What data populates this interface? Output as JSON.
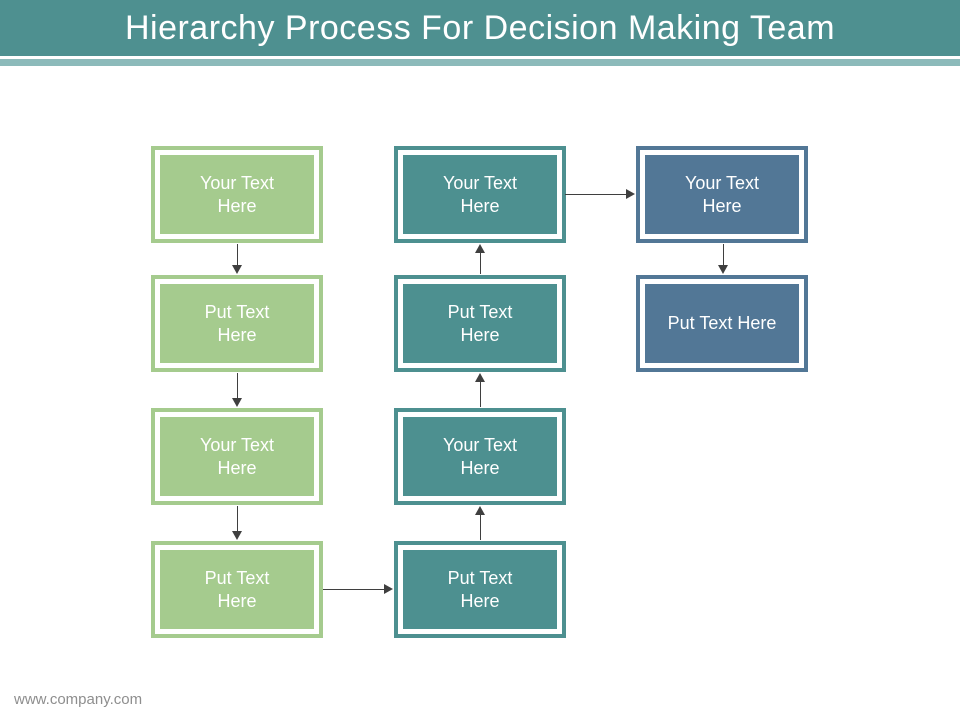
{
  "page": {
    "title": "Hierarchy Process For Decision Making Team",
    "footer": "www.company.com"
  },
  "colors": {
    "header_bg": "#4e9090",
    "header_strip": "#8cbaba",
    "green_box": "#a5cb8e",
    "teal_box": "#4d9090",
    "blue_box": "#527796",
    "arrow": "#3f3f3f",
    "box_text": "#ffffff",
    "footer_text": "#8e8e8e"
  },
  "diagram": {
    "left": [
      "Your Text\nHere",
      "Put Text\nHere",
      "Your Text\nHere",
      "Put Text\nHere"
    ],
    "middle": [
      "Your Text\nHere",
      "Put Text\nHere",
      "Your Text\nHere",
      "Put Text\nHere"
    ],
    "right": [
      "Your Text\nHere",
      "Put Text Here"
    ],
    "flow": "left column down → right → middle column up → right → right column down"
  }
}
